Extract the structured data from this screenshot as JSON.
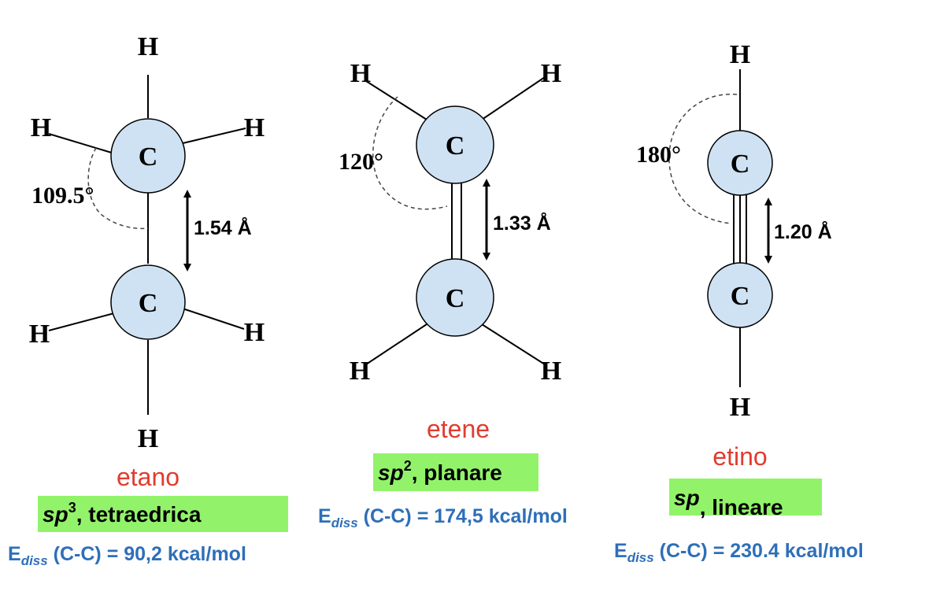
{
  "colors": {
    "atom_fill": "#cfe2f3",
    "name_color": "#e03c2f",
    "hyb_box": "#92f36a",
    "ediss_color": "#2e6fb8"
  },
  "atoms": {
    "H": "H",
    "C": "C"
  },
  "units": {
    "deg": "°",
    "angstrom": "Å"
  },
  "molecules": [
    {
      "name": "etano",
      "hyb_symbol": "sp",
      "hyb_exp": "3",
      "hyb_desc": ", tetraedrica",
      "angle": "109.5°",
      "length": "1.54 Å",
      "e_prefix": "E",
      "e_sub": "diss",
      "e_text": " (C-C) = 90,2 kcal/mol"
    },
    {
      "name": "etene",
      "hyb_symbol": "sp",
      "hyb_exp": "2",
      "hyb_desc": ", planare",
      "angle": "120°",
      "length": "1.33 Å",
      "e_prefix": "E",
      "e_sub": "diss",
      "e_text": " (C-C) = 174,5 kcal/mol"
    },
    {
      "name": "etino",
      "hyb_symbol": "sp",
      "hyb_exp": "",
      "hyb_desc": ", lineare",
      "angle": "180°",
      "length": "1.20 Å",
      "e_prefix": "E",
      "e_sub": "diss",
      "e_text": " (C-C) = 230.4 kcal/mol"
    }
  ]
}
